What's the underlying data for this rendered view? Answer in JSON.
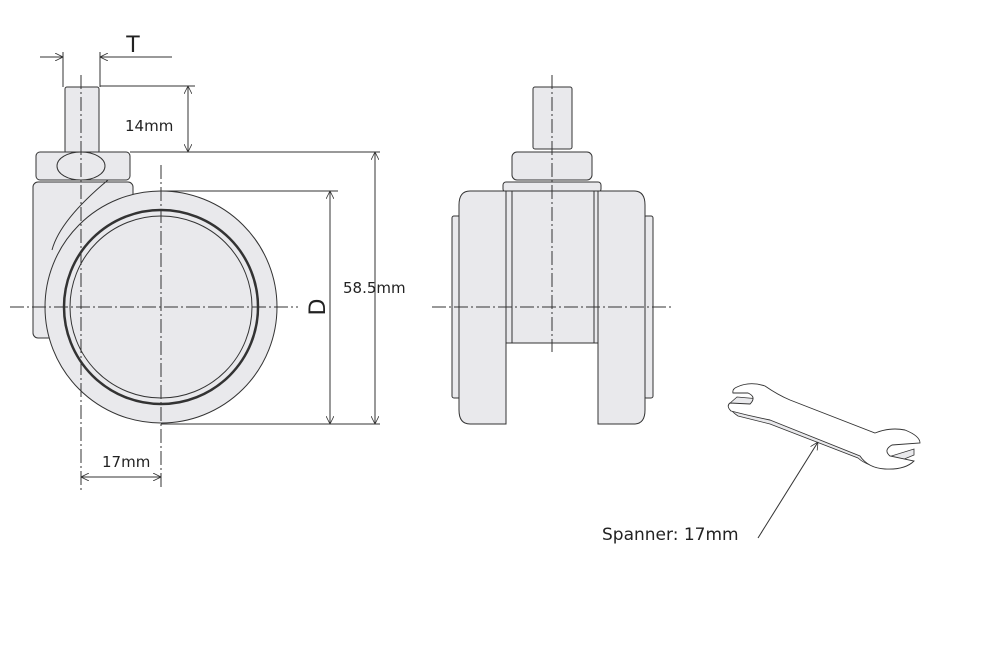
{
  "labels": {
    "thread_diameter": "T",
    "stem_length": "14mm",
    "wheel_diameter": "D",
    "total_height": "58.5mm",
    "offset": "17mm",
    "spanner": "Spanner: 17mm"
  },
  "colors": {
    "part_fill": "#e9e9ec",
    "line": "#333333"
  }
}
